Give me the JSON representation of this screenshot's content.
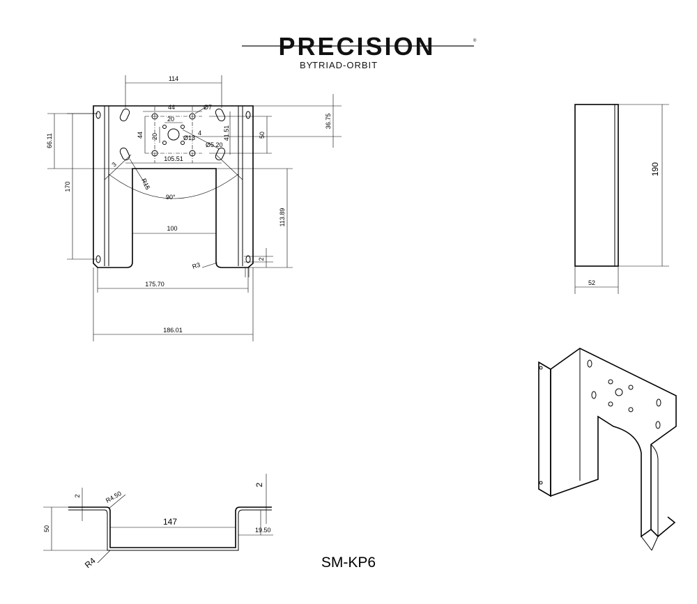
{
  "logo": {
    "brand": "PRECISION",
    "by": "BY",
    "maker": "TRIAD-ORBIT",
    "tm": "®"
  },
  "model": "SM-KP6",
  "front_view": {
    "dims": {
      "top_width": "114",
      "hole_44_h": "44",
      "phi7": "Ø7",
      "d20_h": "20",
      "d44_v": "44",
      "d20_v": "20",
      "phi13": "Ø13",
      "d4": "4",
      "phi5_20": "Ø5.20",
      "d41_51": "41.51",
      "d50_v": "50",
      "d36_75": "36.75",
      "d66_11": "66.11",
      "d105_51": "105.51",
      "d3": "3",
      "r15": "R15",
      "angle90": "90°",
      "d170": "170",
      "d100": "100",
      "d113_89": "113.89",
      "r3": "R3",
      "d2": "2",
      "d175_70": "175.70",
      "d186_01": "186.01"
    }
  },
  "side_view": {
    "height": "190",
    "width": "52"
  },
  "bottom_view": {
    "d2_left": "2",
    "r4_50": "R4.50",
    "d50": "50",
    "d147": "147",
    "d2_right": "2",
    "d19_50": "19.50",
    "r4": "R4"
  }
}
